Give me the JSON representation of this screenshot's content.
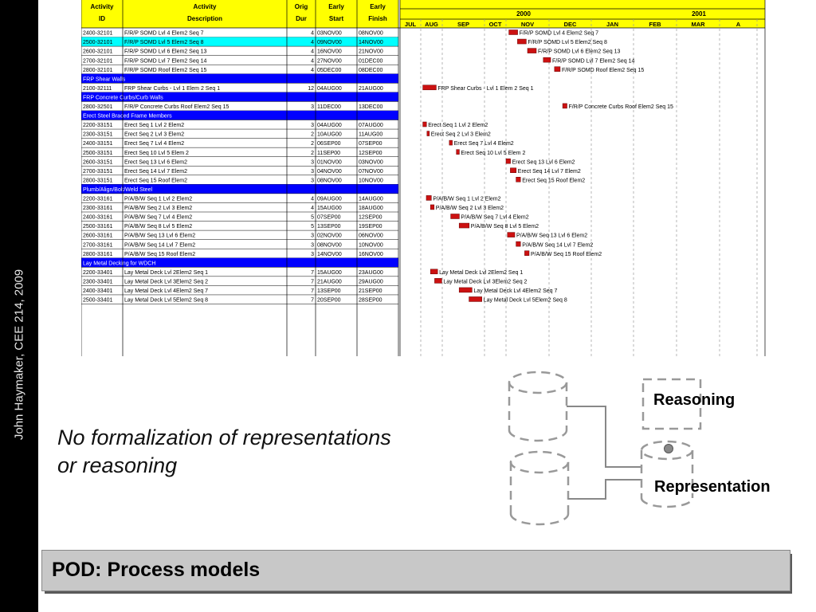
{
  "slide": {
    "sidebar_text": "John Haymaker, CEE 214, 2009",
    "caption_lines": [
      "No formalization of representations",
      "or reasoning"
    ],
    "footer_title": "POD: Process models"
  },
  "diagram": {
    "reasoning_label": "Reasoning",
    "representation_label": "Representation"
  },
  "colors": {
    "header_yellow": "#ffff00",
    "section_blue": "#0000ff",
    "highlight_cyan": "#00ffff",
    "bar_red": "#cc1111",
    "sidebar_black": "#000000",
    "footer_gray": "#c8c8c8"
  },
  "schedule": {
    "headers": [
      [
        "Activity",
        "ID"
      ],
      [
        "Activity",
        "Description"
      ],
      [
        "Orig",
        "Dur"
      ],
      [
        "Early",
        "Start"
      ],
      [
        "Early",
        "Finish"
      ]
    ],
    "years": [
      "2000",
      "2001"
    ],
    "months": [
      "JUL",
      "AUG",
      "SEP",
      "OCT",
      "NOV",
      "DEC",
      "JAN",
      "FEB",
      "MAR",
      "A"
    ],
    "rows": [
      {
        "type": "task",
        "id": "2400-32101",
        "desc": "F/R/P SOMD Lvl 4 Elem2 Seq 7",
        "dur": "4",
        "start": "03NOV00",
        "finish": "08NOV00",
        "bar_label": "F/R/P SOMD Lvl 4 Elem2 Seq 7"
      },
      {
        "type": "task",
        "id": "2500-32101",
        "desc": "F/R/P SOMD Lvl 5 Elem2 Seq 8",
        "dur": "4",
        "start": "09NOV00",
        "finish": "14NOV00",
        "bar_label": "F/R/P SOMD Lvl 5 Elem2 Seq 8",
        "highlight": true
      },
      {
        "type": "task",
        "id": "2600-32101",
        "desc": "F/R/P SOMD Lvl 6 Elem2 Seq 13",
        "dur": "4",
        "start": "16NOV00",
        "finish": "21NOV00",
        "bar_label": "F/R/P SOMD Lvl 6 Elem2 Seq 13"
      },
      {
        "type": "task",
        "id": "2700-32101",
        "desc": "F/R/P SOMD Lvl 7 Elem2 Seq 14",
        "dur": "4",
        "start": "27NOV00",
        "finish": "01DEC00",
        "bar_label": "F/R/P SOMD Lvl 7 Elem2 Seq 14"
      },
      {
        "type": "task",
        "id": "2800-32101",
        "desc": "F/R/P SOMD Roof  Elem2 Seq 15",
        "dur": "4",
        "start": "05DEC00",
        "finish": "08DEC00",
        "bar_label": "F/R/P SOMD Roof  Elem2 Seq 15"
      },
      {
        "type": "section",
        "title": "FRP Shear Walls"
      },
      {
        "type": "task",
        "id": "2100-32111",
        "desc": "FRP Shear Curbs - Lvl 1 Elem 2 Seq 1",
        "dur": "12",
        "start": "04AUG00",
        "finish": "21AUG00",
        "bar_label": "FRP Shear Curbs - Lvl 1 Elem 2 Seq 1"
      },
      {
        "type": "section",
        "title": "FRP Concrete Curbs/Curb Walls"
      },
      {
        "type": "task",
        "id": "2800-32501",
        "desc": "F/R/P Concrete Curbs Roof Elem2 Seq 15",
        "dur": "3",
        "start": "11DEC00",
        "finish": "13DEC00",
        "bar_label": "F/R/P Concrete Curbs Roof Elem2 Seq 15"
      },
      {
        "type": "section",
        "title": "Erect Steel Braced Frame Members"
      },
      {
        "type": "task",
        "id": "2200-33151",
        "desc": "Erect Seq 1 Lvl 2 Elem2",
        "dur": "3",
        "start": "04AUG00",
        "finish": "07AUG00",
        "bar_label": "Erect Seq 1 Lvl 2 Elem2"
      },
      {
        "type": "task",
        "id": "2300-33151",
        "desc": "Erect Seq 2 Lvl 3 Elem2",
        "dur": "2",
        "start": "10AUG00",
        "finish": "11AUG00",
        "bar_label": "Erect Seq 2 Lvl 3 Elem2"
      },
      {
        "type": "task",
        "id": "2400-33151",
        "desc": "Erect Seq 7 Lvl 4 Elem2",
        "dur": "2",
        "start": "06SEP00",
        "finish": "07SEP00",
        "bar_label": "Erect Seq 7 Lvl 4 Elem2"
      },
      {
        "type": "task",
        "id": "2500-33151",
        "desc": "Erect Seq 10 Lvl 5 Elem 2",
        "dur": "2",
        "start": "11SEP00",
        "finish": "12SEP00",
        "bar_label": "Erect Seq 10 Lvl 5 Elem 2"
      },
      {
        "type": "task",
        "id": "2600-33151",
        "desc": "Erect Seq 13 Lvl 6 Elem2",
        "dur": "3",
        "start": "01NOV00",
        "finish": "03NOV00",
        "bar_label": "Erect Seq 13 Lvl 6 Elem2"
      },
      {
        "type": "task",
        "id": "2700-33151",
        "desc": "Erect Seq 14 Lvl 7 Elem2",
        "dur": "3",
        "start": "04NOV00",
        "finish": "07NOV00",
        "bar_label": "Erect Seq 14 Lvl 7 Elem2"
      },
      {
        "type": "task",
        "id": "2800-33151",
        "desc": "Erect Seq 15 Roof Elem2",
        "dur": "3",
        "start": "08NOV00",
        "finish": "10NOV00",
        "bar_label": "Erect Seq 15 Roof Elem2"
      },
      {
        "type": "section",
        "title": "Plumb/Align/Bolt/Weld Steel"
      },
      {
        "type": "task",
        "id": "2200-33161",
        "desc": "P/A/B/W Seq 1 Lvl 2 Elem2",
        "dur": "4",
        "start": "09AUG00",
        "finish": "14AUG00",
        "bar_label": "P/A/B/W Seq 1 Lvl 2 Elem2"
      },
      {
        "type": "task",
        "id": "2300-33161",
        "desc": "P/A/B/W Seq 2 Lvl 3 Elem2",
        "dur": "4",
        "start": "15AUG00",
        "finish": "18AUG00",
        "bar_label": "P/A/B/W Seq 2 Lvl 3 Elem2"
      },
      {
        "type": "task",
        "id": "2400-33161",
        "desc": "P/A/B/W Seq 7 Lvl 4 Elem2",
        "dur": "5",
        "start": "07SEP00",
        "finish": "12SEP00",
        "bar_label": "P/A/B/W Seq 7 Lvl 4 Elem2"
      },
      {
        "type": "task",
        "id": "2500-33161",
        "desc": "P/A/B/W Seq 8 Lvl 5 Elem2",
        "dur": "5",
        "start": "13SEP00",
        "finish": "19SEP00",
        "bar_label": "P/A/B/W Seq 8 Lvl 5 Elem2"
      },
      {
        "type": "task",
        "id": "2600-33161",
        "desc": "P/A/B/W Seq 13 Lvl 6 Elem2",
        "dur": "3",
        "start": "02NOV00",
        "finish": "06NOV00",
        "bar_label": "P/A/B/W Seq 13 Lvl 6 Elem2"
      },
      {
        "type": "task",
        "id": "2700-33161",
        "desc": "P/A/B/W Seq 14 Lvl 7 Elem2",
        "dur": "3",
        "start": "08NOV00",
        "finish": "10NOV00",
        "bar_label": "P/A/B/W Seq 14 Lvl 7 Elem2"
      },
      {
        "type": "task",
        "id": "2800-33161",
        "desc": "P/A/B/W Seq 15 Roof Elem2",
        "dur": "3",
        "start": "14NOV00",
        "finish": "16NOV00",
        "bar_label": "P/A/B/W Seq 15 Roof Elem2"
      },
      {
        "type": "section",
        "title": "Lay Metal Decking for WDCH"
      },
      {
        "type": "task",
        "id": "2200-33401",
        "desc": "Lay Metal Deck Lvl 2Elem2 Seq 1",
        "dur": "7",
        "start": "15AUG00",
        "finish": "23AUG00",
        "bar_label": "Lay Metal Deck Lvl 2Elem2 Seq 1"
      },
      {
        "type": "task",
        "id": "2300-33401",
        "desc": "Lay Metal Deck Lvl 3Elem2 Seq 2",
        "dur": "7",
        "start": "21AUG00",
        "finish": "29AUG00",
        "bar_label": "Lay Metal Deck Lvl 3Elem2 Seq 2"
      },
      {
        "type": "task",
        "id": "2400-33401",
        "desc": "Lay Metal Deck Lvl 4Elem2 Seq 7",
        "dur": "7",
        "start": "13SEP00",
        "finish": "21SEP00",
        "bar_label": "Lay Metal Deck Lvl 4Elem2 Seq 7"
      },
      {
        "type": "task",
        "id": "2500-33401",
        "desc": "Lay Metal Deck Lvl 5Elem2 Seq 8",
        "dur": "7",
        "start": "20SEP00",
        "finish": "28SEP00",
        "bar_label": "Lay Metal Deck Lvl 5Elem2 Seq 8"
      }
    ]
  }
}
